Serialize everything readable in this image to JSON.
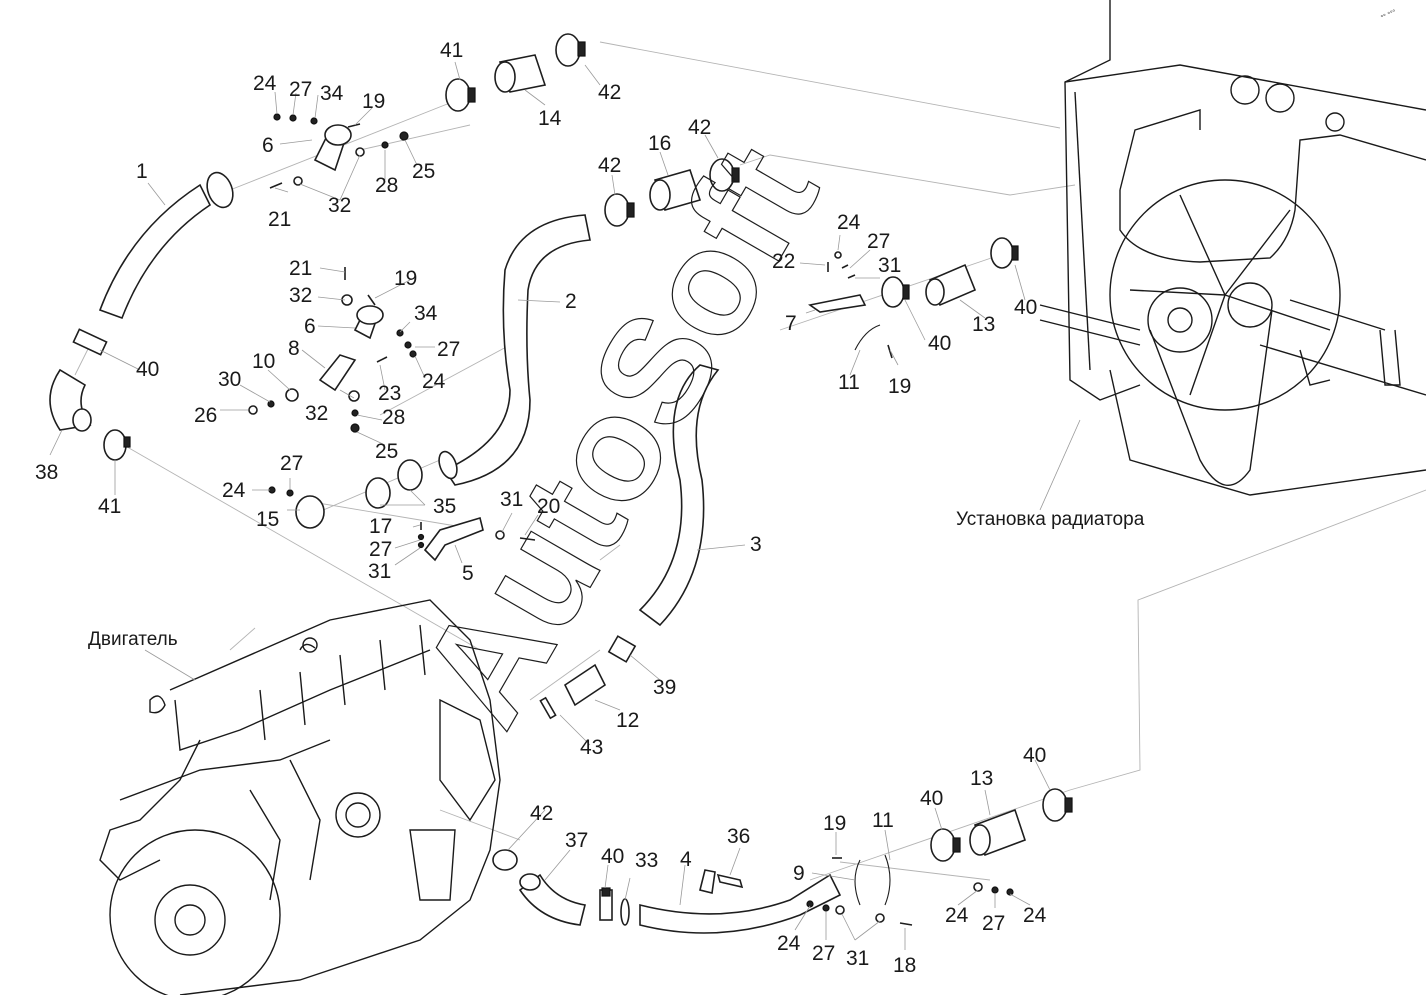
{
  "diagram": {
    "type": "exploded parts diagram",
    "assemblies": {
      "engine": "Двигатель",
      "radiator": "Установка радиатора"
    },
    "watermark": "AutoSoft",
    "corner_mark": "°° °°°",
    "callouts": [
      {
        "id": "c1",
        "label": "1",
        "part": "hose-1"
      },
      {
        "id": "c2",
        "label": "2",
        "part": "hose-2"
      },
      {
        "id": "c3",
        "label": "3",
        "part": "hose-3"
      },
      {
        "id": "c4",
        "label": "4",
        "part": "pipe-4"
      },
      {
        "id": "c5",
        "label": "5",
        "part": "bracket-5"
      },
      {
        "id": "c6a",
        "label": "6",
        "part": "clamp-bracket-6"
      },
      {
        "id": "c6b",
        "label": "6",
        "part": "clamp-bracket-6"
      },
      {
        "id": "c7",
        "label": "7",
        "part": "bracket-7"
      },
      {
        "id": "c8",
        "label": "8",
        "part": "bracket-8"
      },
      {
        "id": "c9",
        "label": "9",
        "part": "strap-9"
      },
      {
        "id": "c10",
        "label": "10",
        "part": "washer-10"
      },
      {
        "id": "c11a",
        "label": "11",
        "part": "strap-11"
      },
      {
        "id": "c11b",
        "label": "11",
        "part": "strap-11"
      },
      {
        "id": "c12",
        "label": "12",
        "part": "sleeve-12"
      },
      {
        "id": "c13a",
        "label": "13",
        "part": "sleeve-13"
      },
      {
        "id": "c13b",
        "label": "13",
        "part": "sleeve-13"
      },
      {
        "id": "c14",
        "label": "14",
        "part": "sleeve-14"
      },
      {
        "id": "c15",
        "label": "15",
        "part": "clamp-15"
      },
      {
        "id": "c16",
        "label": "16",
        "part": "sleeve-16"
      },
      {
        "id": "c17",
        "label": "17",
        "part": "bolt-17"
      },
      {
        "id": "c18",
        "label": "18",
        "part": "bolt-18"
      },
      {
        "id": "c19a",
        "label": "19",
        "part": "bolt-19"
      },
      {
        "id": "c19b",
        "label": "19",
        "part": "bolt-19"
      },
      {
        "id": "c19c",
        "label": "19",
        "part": "bolt-19"
      },
      {
        "id": "c19d",
        "label": "19",
        "part": "bolt-19"
      },
      {
        "id": "c20",
        "label": "20",
        "part": "bolt-20"
      },
      {
        "id": "c21a",
        "label": "21",
        "part": "bolt-21"
      },
      {
        "id": "c21b",
        "label": "21",
        "part": "bolt-21"
      },
      {
        "id": "c22",
        "label": "22",
        "part": "bolt-22"
      },
      {
        "id": "c23",
        "label": "23",
        "part": "bolt-23"
      },
      {
        "id": "c24a",
        "label": "24",
        "part": "nut-24"
      },
      {
        "id": "c24b",
        "label": "24",
        "part": "nut-24"
      },
      {
        "id": "c24c",
        "label": "24",
        "part": "nut-24"
      },
      {
        "id": "c24d",
        "label": "24",
        "part": "nut-24"
      },
      {
        "id": "c24e",
        "label": "24",
        "part": "nut-24"
      },
      {
        "id": "c24f",
        "label": "24",
        "part": "nut-24"
      },
      {
        "id": "c24g",
        "label": "24",
        "part": "nut-24"
      },
      {
        "id": "c25a",
        "label": "25",
        "part": "nut-25"
      },
      {
        "id": "c25b",
        "label": "25",
        "part": "nut-25"
      },
      {
        "id": "c26",
        "label": "26",
        "part": "nut-26"
      },
      {
        "id": "c27a",
        "label": "27",
        "part": "washer-27"
      },
      {
        "id": "c27b",
        "label": "27",
        "part": "washer-27"
      },
      {
        "id": "c27c",
        "label": "27",
        "part": "washer-27"
      },
      {
        "id": "c27d",
        "label": "27",
        "part": "washer-27"
      },
      {
        "id": "c27e",
        "label": "27",
        "part": "washer-27"
      },
      {
        "id": "c27f",
        "label": "27",
        "part": "washer-27"
      },
      {
        "id": "c27g",
        "label": "27",
        "part": "washer-27"
      },
      {
        "id": "c28a",
        "label": "28",
        "part": "washer-28"
      },
      {
        "id": "c28b",
        "label": "28",
        "part": "washer-28"
      },
      {
        "id": "c30",
        "label": "30",
        "part": "washer-30"
      },
      {
        "id": "c31a",
        "label": "31",
        "part": "washer-31"
      },
      {
        "id": "c31b",
        "label": "31",
        "part": "washer-31"
      },
      {
        "id": "c31c",
        "label": "31",
        "part": "washer-31"
      },
      {
        "id": "c31d",
        "label": "31",
        "part": "washer-31"
      },
      {
        "id": "c32a",
        "label": "32",
        "part": "washer-32"
      },
      {
        "id": "c32b",
        "label": "32",
        "part": "washer-32"
      },
      {
        "id": "c32c",
        "label": "32",
        "part": "washer-32"
      },
      {
        "id": "c33",
        "label": "33",
        "part": "ring-33"
      },
      {
        "id": "c34a",
        "label": "34",
        "part": "washer-34"
      },
      {
        "id": "c34b",
        "label": "34",
        "part": "washer-34"
      },
      {
        "id": "c35",
        "label": "35",
        "part": "o-ring-35"
      },
      {
        "id": "c36",
        "label": "36",
        "part": "sensor-36"
      },
      {
        "id": "c37",
        "label": "37",
        "part": "elbow-37"
      },
      {
        "id": "c38",
        "label": "38",
        "part": "elbow-38"
      },
      {
        "id": "c39",
        "label": "39",
        "part": "clamp-39"
      },
      {
        "id": "c40a",
        "label": "40",
        "part": "clamp-40"
      },
      {
        "id": "c40b",
        "label": "40",
        "part": "clamp-40"
      },
      {
        "id": "c40c",
        "label": "40",
        "part": "clamp-40"
      },
      {
        "id": "c40d",
        "label": "40",
        "part": "clamp-40"
      },
      {
        "id": "c40e",
        "label": "40",
        "part": "clamp-40"
      },
      {
        "id": "c40f",
        "label": "40",
        "part": "clamp-40"
      },
      {
        "id": "c41a",
        "label": "41",
        "part": "clamp-41"
      },
      {
        "id": "c41b",
        "label": "41",
        "part": "clamp-41"
      },
      {
        "id": "c42a",
        "label": "42",
        "part": "clamp-42"
      },
      {
        "id": "c42b",
        "label": "42",
        "part": "clamp-42"
      },
      {
        "id": "c42c",
        "label": "42",
        "part": "clamp-42"
      },
      {
        "id": "c42d",
        "label": "42",
        "part": "clamp-42"
      },
      {
        "id": "c43a",
        "label": "43",
        "part": "clamp-43"
      },
      {
        "id": "c43b",
        "label": "43",
        "part": "clamp-43"
      }
    ]
  }
}
